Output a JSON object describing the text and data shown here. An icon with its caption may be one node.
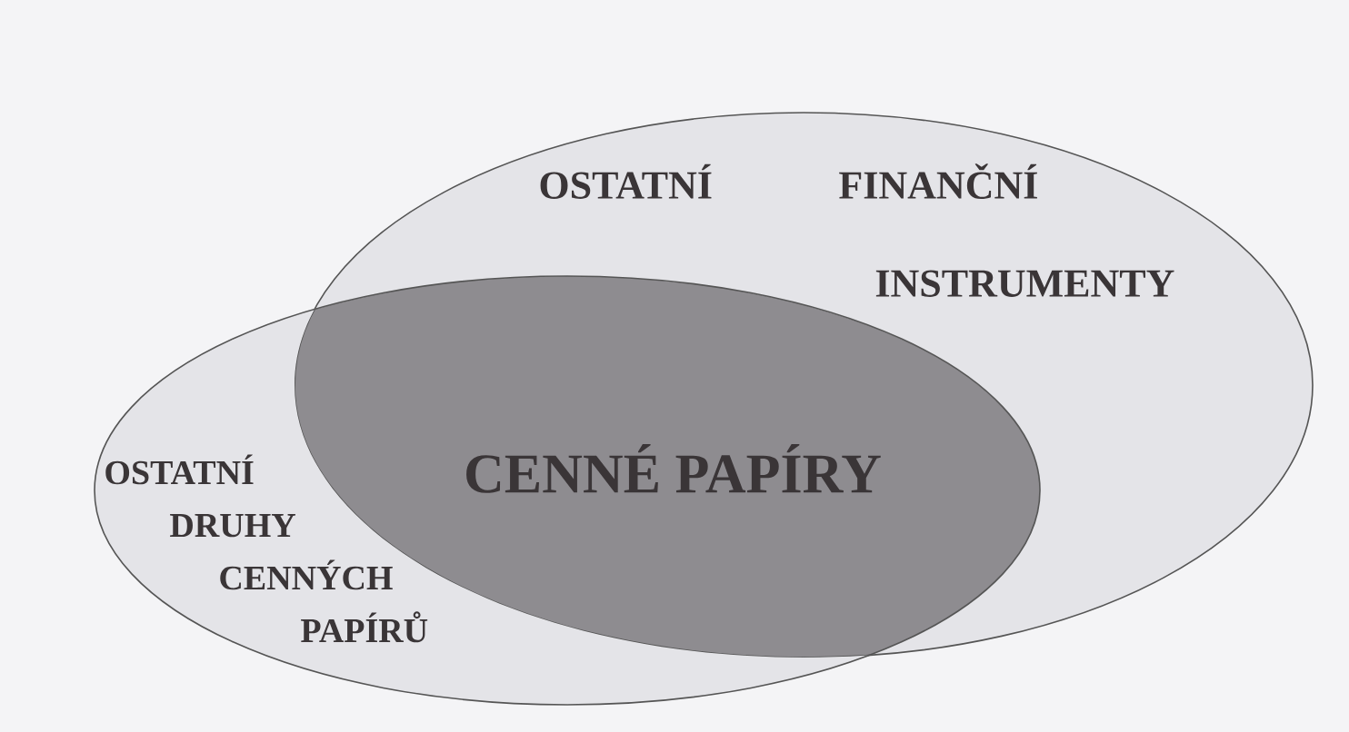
{
  "diagram": {
    "nodes": [
      {
        "text": [
          "OSTATNÍ FINANČNÍ INSTRUMENTY"
        ]
      },
      {
        "text": [
          "OSTATNÍ DRUHY CENNÝCH PAPÍRŮ"
        ]
      },
      {
        "text": [
          "CENNÉ PAPÍRY"
        ]
      }
    ]
  }
}
